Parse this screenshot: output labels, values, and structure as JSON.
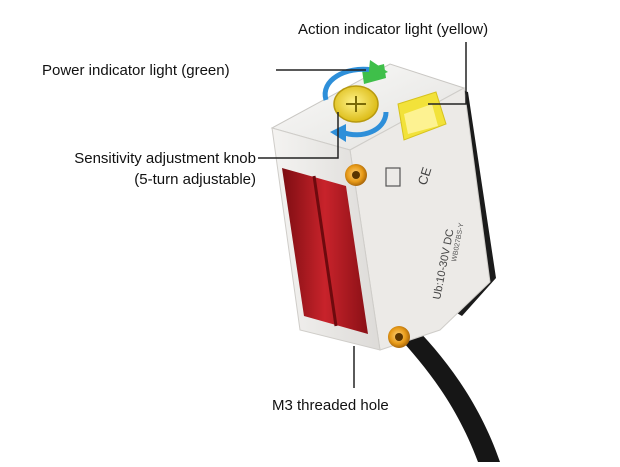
{
  "labels": {
    "action_indicator": "Action indicator light (yellow)",
    "power_indicator": "Power indicator light (green)",
    "sensitivity_line1": "Sensitivity adjustment knob",
    "sensitivity_line2": "(5-turn adjustable)",
    "threaded_hole": "M3 threaded hole"
  },
  "device_markings": {
    "voltage": "Ub:10-30V DC",
    "model": "WB027BS-Y",
    "certification": "CE"
  },
  "colors": {
    "housing": "#e9e8e6",
    "back_cover": "#1b1b1b",
    "lens": "#b3181f",
    "power_led": "#3fbf4a",
    "action_led": "#f2e23a",
    "screw": "#e79a18",
    "arrow": "#2e8fd9",
    "callout_line": "#222222"
  }
}
